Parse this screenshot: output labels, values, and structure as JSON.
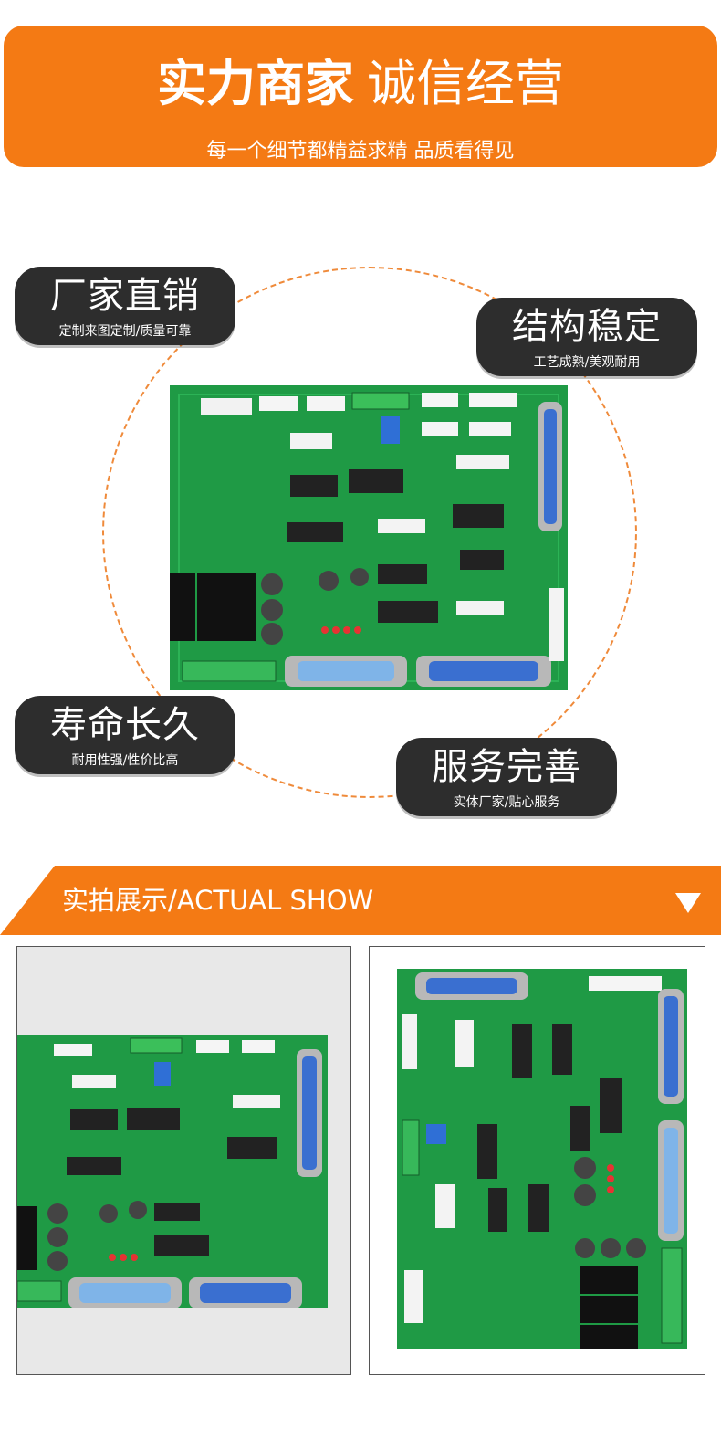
{
  "banner": {
    "title_bold": "实力商家",
    "title_thin": "诚信经营",
    "subtitle": "每一个细节都精益求精 品质看得见"
  },
  "features": [
    {
      "title": "厂家直销",
      "subtitle": "定制来图定制/质量可靠"
    },
    {
      "title": "结构稳定",
      "subtitle": "工艺成熟/美观耐用"
    },
    {
      "title": "寿命长久",
      "subtitle": "耐用性强/性价比高"
    },
    {
      "title": "服务完善",
      "subtitle": "实体厂家/贴心服务"
    }
  ],
  "section": {
    "title": "实拍展示/ACTUAL SHOW"
  },
  "colors": {
    "accent": "#f47a14",
    "badge": "#2d2d2d",
    "pcb": "#1f9a45"
  },
  "icons": {
    "section_arrow": "triangle-down-icon"
  }
}
